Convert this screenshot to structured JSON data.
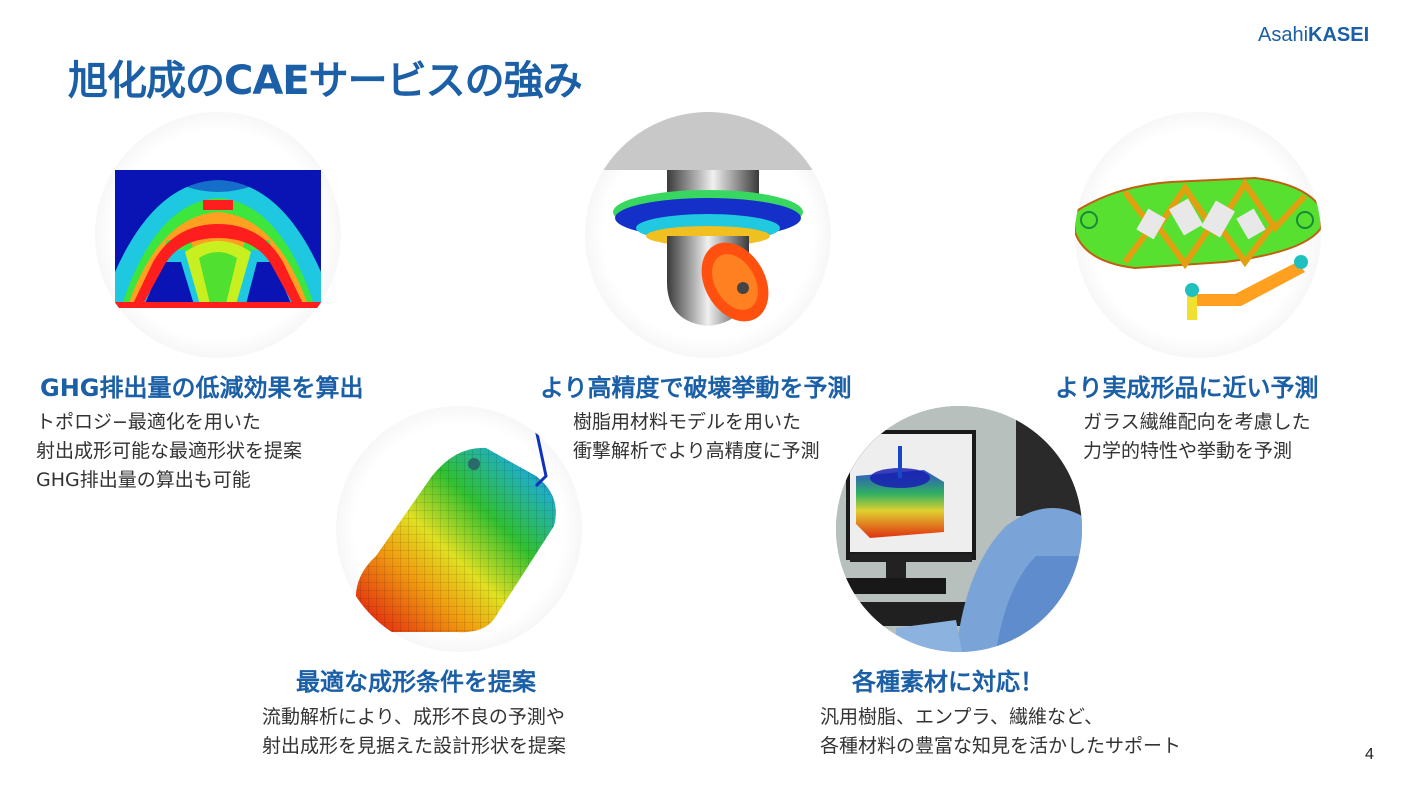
{
  "header": {
    "title": "旭化成のCAEサービスの強み",
    "logo": {
      "part1": "Asahi",
      "part2": "KASEI"
    }
  },
  "features": [
    {
      "id": "ghg",
      "heading": "GHG排出量の低減効果を算出",
      "lines": [
        "トポロジ−最適化を用いた",
        "射出成形可能な最適形状を提案",
        "GHG排出量の算出も可能"
      ],
      "image": "topology-optimization-contour-icon"
    },
    {
      "id": "fracture",
      "heading": "より高精度で破壊挙動を予測",
      "lines": [
        "樹脂用材料モデルを用いた",
        "衝撃解析でより高精度に予測"
      ],
      "image": "impact-fracture-simulation-icon"
    },
    {
      "id": "realistic",
      "heading": "より実成形品に近い予測",
      "lines": [
        "ガラス繊維配向を考慮した",
        "力学的特性や挙動を予測"
      ],
      "image": "fiber-orientation-bracket-icon"
    },
    {
      "id": "molding",
      "heading": "最適な成形条件を提案",
      "lines": [
        "流動解析により、成形不良の予測や",
        "射出成形を見据えた設計形状を提案"
      ],
      "image": "flow-analysis-part-icon"
    },
    {
      "id": "materials",
      "heading": "各種素材に対応！",
      "lines": [
        "汎用樹脂、エンプラ、繊維など、",
        "各種材料の豊富な知見を活かしたサポート"
      ],
      "image": "engineer-workstation-photo-icon"
    }
  ],
  "footer": {
    "page_number": "4"
  },
  "colors": {
    "accent": "#1b5fa6",
    "text": "#333333"
  }
}
